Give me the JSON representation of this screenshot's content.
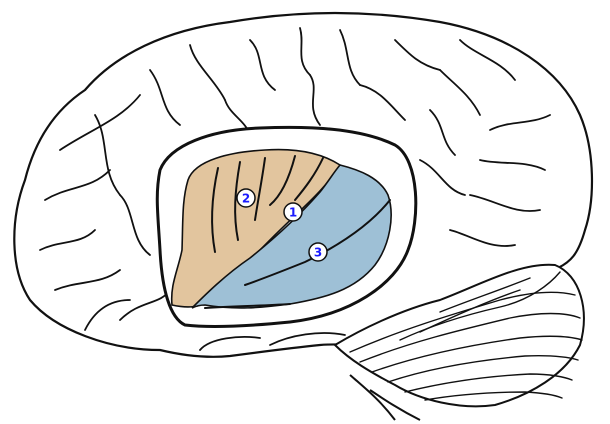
{
  "colors": {
    "outline": "#111111",
    "background": "#ffffff",
    "tan_region": "#e2c59e",
    "blue_region": "#9ec0d6",
    "marker_fill": "#ffffff",
    "marker_text": "#1a1aff"
  },
  "markers": [
    {
      "id": "1",
      "label": "1"
    },
    {
      "id": "2",
      "label": "2"
    },
    {
      "id": "3",
      "label": "3"
    }
  ]
}
